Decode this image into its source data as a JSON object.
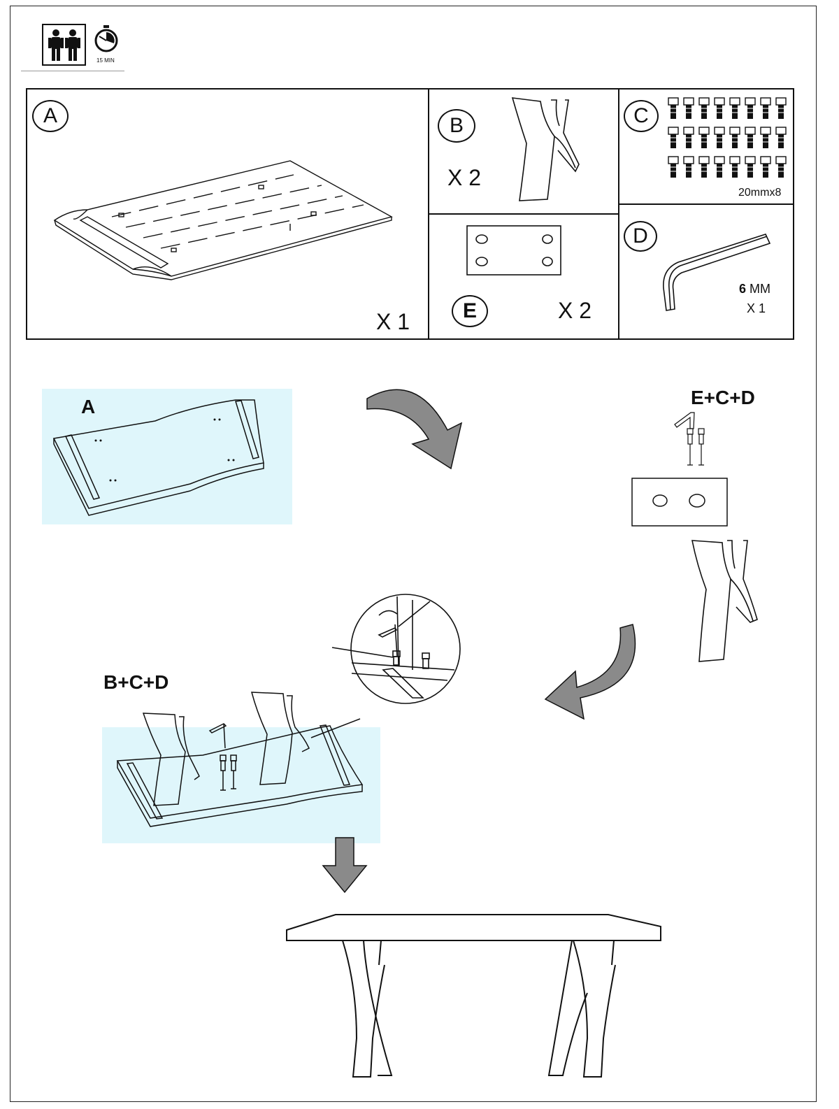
{
  "header": {
    "duration_label": "15 MIN",
    "icons": [
      "two-persons-icon",
      "stopwatch-icon"
    ]
  },
  "parts": {
    "a": {
      "letter": "A",
      "qty": "X 1"
    },
    "b": {
      "letter": "B",
      "qty": "X 2"
    },
    "c": {
      "letter": "C",
      "size": "20mmx8"
    },
    "d": {
      "letter": "D",
      "size_num": "6",
      "size_unit": "MM",
      "qty": "X 1"
    },
    "e": {
      "letter": "E",
      "qty": "X 2"
    }
  },
  "steps": {
    "step1_label": "A",
    "step2_label": "E+C+D",
    "step3_label": "B+C+D"
  },
  "colors": {
    "highlight": "#dff6fb",
    "arrow": "#8a8a8a",
    "line": "#111111"
  }
}
